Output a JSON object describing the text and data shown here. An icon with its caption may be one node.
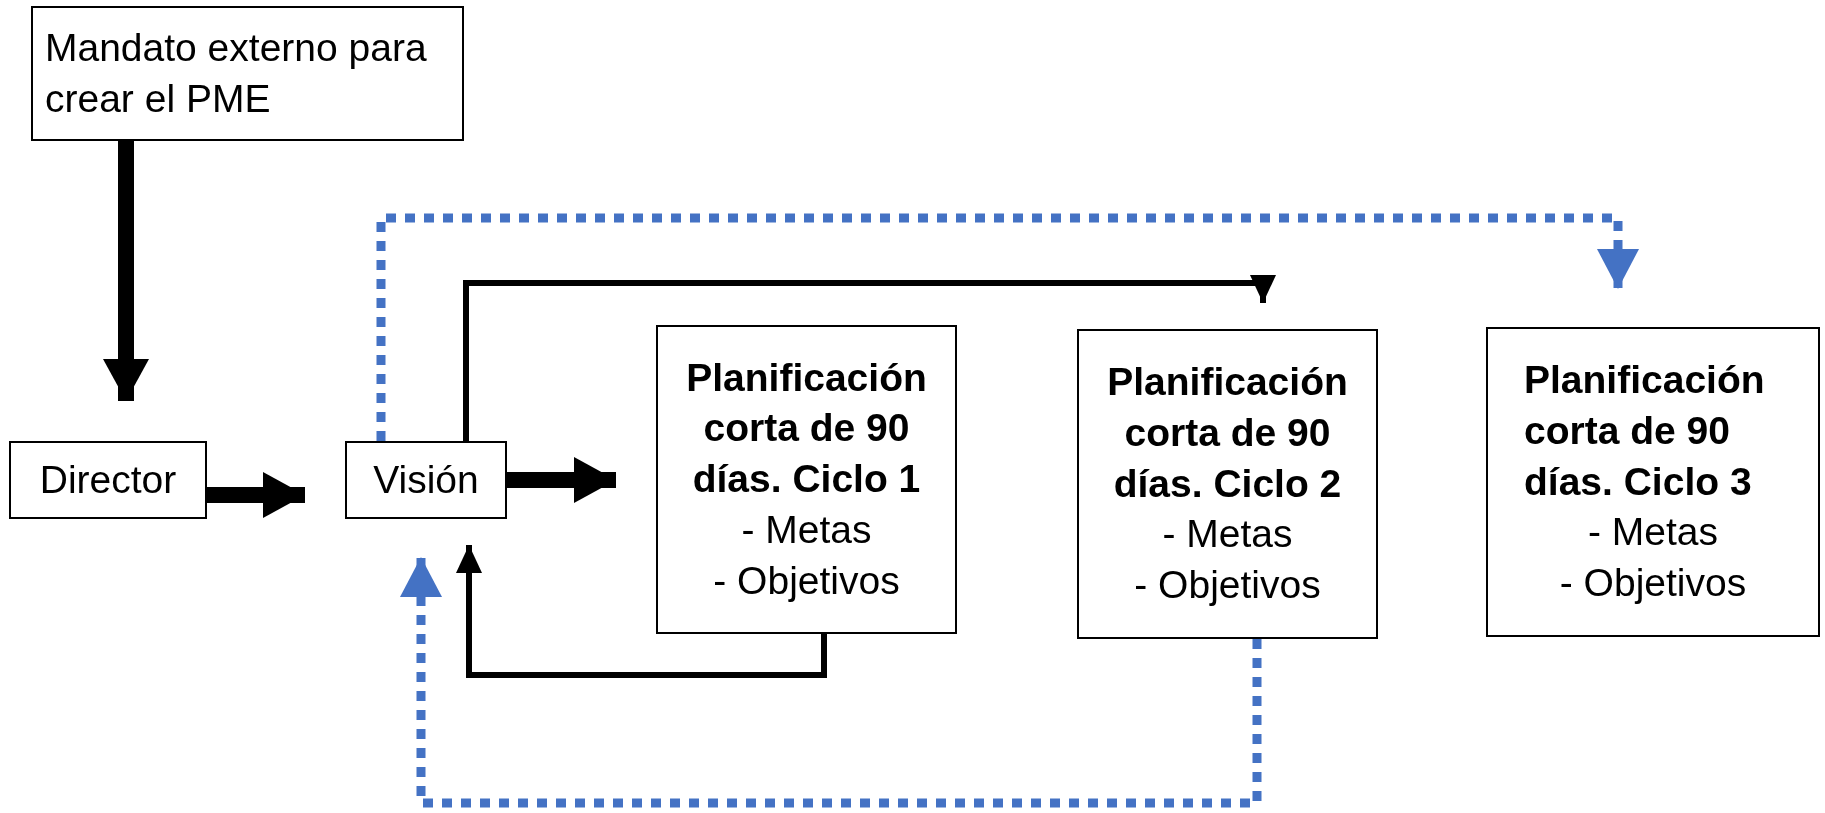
{
  "diagram": {
    "nodes": [
      {
        "text": [
          "Mandato externo para crear el PME"
        ]
      },
      {
        "text": [
          "Director"
        ]
      },
      {
        "text": [
          "Visión"
        ]
      },
      {
        "text": [
          "Planificación corta de 90 días. Ciclo 1",
          "- Metas",
          "- Objetivos"
        ]
      },
      {
        "text": [
          "Planificación corta de 90 días. Ciclo 2",
          "- Metas",
          "- Objetivos"
        ]
      },
      {
        "text": [
          "Planificación corta de 90 días. Ciclo 3",
          "- Metas",
          "- Objetivos"
        ]
      }
    ],
    "edges": [
      {
        "from": 0,
        "to": 1,
        "arrow": "to"
      },
      {
        "from": 1,
        "to": 2,
        "arrow": "to"
      },
      {
        "from": 2,
        "to": 3,
        "arrow": "to"
      },
      {
        "from": 2,
        "to": 4,
        "arrow": "to"
      },
      {
        "from": 3,
        "to": 2,
        "arrow": "to"
      },
      {
        "from": 2,
        "to": 5,
        "arrow": "to",
        "style": "dashed",
        "color": "#4472c4"
      },
      {
        "from": 4,
        "to": 2,
        "arrow": "to",
        "style": "dashed",
        "color": "#4472c4"
      }
    ]
  }
}
